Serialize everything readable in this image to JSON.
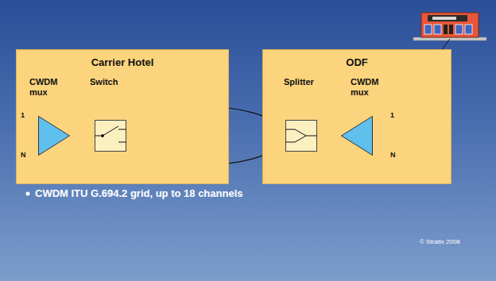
{
  "diagram": {
    "nodes": [
      {
        "text": [
          "Carrier Hotel"
        ]
      },
      {
        "text": [
          "CWDM mux"
        ],
        "in": 0
      },
      {
        "text": [
          "Switch"
        ],
        "in": 0
      },
      {
        "text": [
          "ODF"
        ]
      },
      {
        "text": [
          "Splitter"
        ],
        "in": 3
      },
      {
        "text": [
          "CWDM mux"
        ],
        "in": 3
      }
    ],
    "edges": [
      {
        "from": 1,
        "to": 2,
        "arrow": "none"
      },
      {
        "from": 2,
        "to": 4,
        "arrow": "none"
      },
      {
        "from": 2,
        "to": 4,
        "arrow": "none"
      },
      {
        "from": 4,
        "to": 5,
        "arrow": "none"
      }
    ],
    "labels": [
      "1",
      "N",
      "1",
      "N",
      "CWDM ITU G.694.2 grid, up to 18 channels",
      "© Stratix 2008"
    ]
  }
}
